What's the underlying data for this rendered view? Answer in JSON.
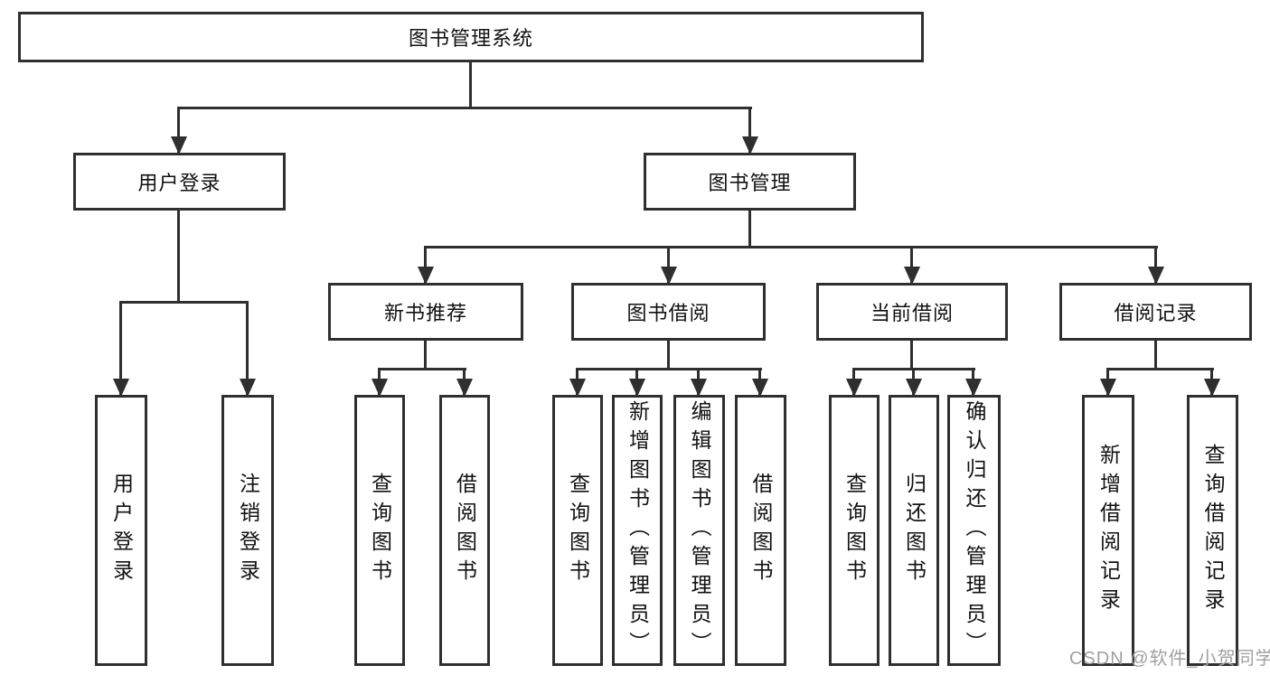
{
  "diagram": {
    "type": "hierarchy-tree",
    "title": "图书管理系统"
  },
  "nodes": {
    "root": "图书管理系统",
    "user_login": "用户登录",
    "book_mgmt": "图书管理",
    "new_book_rec": "新书推荐",
    "book_borrow": "图书借阅",
    "current_borrow": "当前借阅",
    "borrow_records": "借阅记录",
    "leaves": {
      "user": [
        "用户登录",
        "注销登录"
      ],
      "new_book": [
        "查询图书",
        "借阅图书"
      ],
      "borrow": [
        "查询图书",
        "新增图书（管理员）",
        "编辑图书（管理员）",
        "借阅图书"
      ],
      "current": [
        "查询图书",
        "归还图书",
        "确认归还（管理员）"
      ],
      "records": [
        "新增借阅记录",
        "查询借阅记录"
      ]
    }
  },
  "watermark": "CSDN @软件_小贺同学",
  "colors": {
    "line": "#2f2f2f",
    "box_border": "#2f2f2f",
    "text": "#111111",
    "watermark": "#9da1a5",
    "background": "#ffffff"
  }
}
